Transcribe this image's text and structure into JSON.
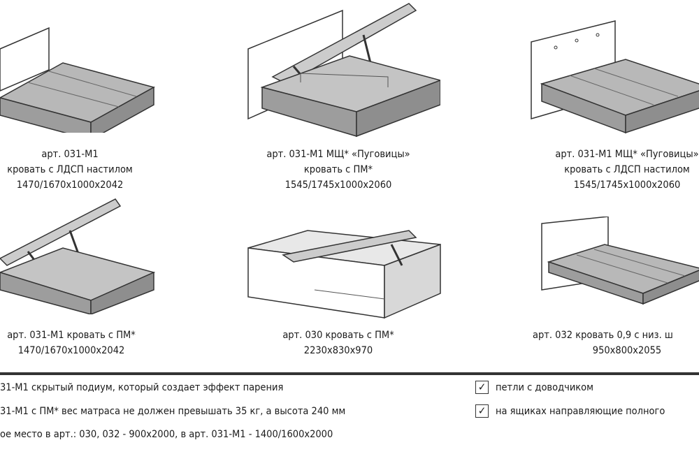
{
  "products": [
    {
      "art": "арт. 031-М1",
      "desc": "кровать с ЛДСП настилом",
      "size": "1470/1670x1000x2042"
    },
    {
      "art": "арт. 031-М1 МЩ* «Пуговицы»",
      "desc": "кровать с ПМ*",
      "size": "1545/1745x1000x2060"
    },
    {
      "art": "арт. 031-М1 МЩ* «Пуговицы»",
      "desc": "кровать с ЛДСП настилом",
      "size": "1545/1745x1000x2060"
    },
    {
      "art": "арт. 031-М1 кровать с ПМ*",
      "size": "1470/1670x1000x2042"
    },
    {
      "art": "арт. 030 кровать с ПМ*",
      "size": "2230x830x970"
    },
    {
      "art": "арт. 032 кровать 0,9 с низ. ш",
      "size": "950x800x2055"
    }
  ],
  "notes": [
    "31-М1 скрытый подиум, который создает эффект парения",
    "31-М1 с ПМ* вес матраса не должен превышать 35 кг, а высота 240 мм",
    "ое место в арт.: 030, 032 - 900x2000, в арт. 031-М1 - 1400/1600x2000"
  ],
  "features": [
    {
      "label": "петли с доводчиком",
      "icon": "checkbox-checked-icon"
    },
    {
      "label": "на ящиках направляющие полного",
      "icon": "checkbox-checked-icon"
    }
  ]
}
